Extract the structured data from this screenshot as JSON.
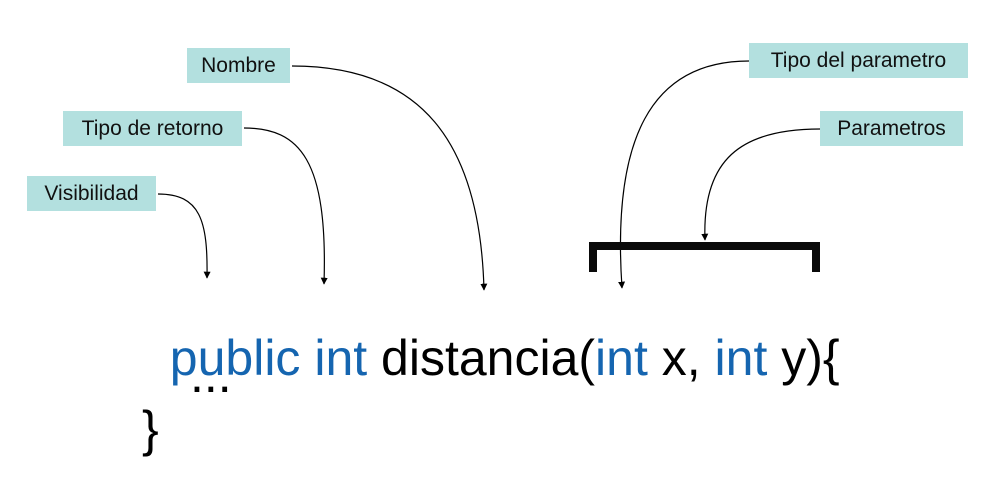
{
  "labels": {
    "visibility": "Visibilidad",
    "return_type": "Tipo de retorno",
    "name": "Nombre",
    "param_type": "Tipo del parametro",
    "parameters": "Parametros"
  },
  "code": {
    "line1": [
      {
        "text": "public",
        "keyword": true
      },
      {
        "text": " ",
        "keyword": false
      },
      {
        "text": "int",
        "keyword": true
      },
      {
        "text": " distancia(",
        "keyword": false
      },
      {
        "text": "int",
        "keyword": true
      },
      {
        "text": " x, ",
        "keyword": false
      },
      {
        "text": "int",
        "keyword": true
      },
      {
        "text": " y){",
        "keyword": false
      }
    ],
    "line2": "...",
    "line3": "}"
  },
  "colors": {
    "keyword": "#1565b0",
    "label_background": "#b3e0df",
    "text": "#000000"
  }
}
